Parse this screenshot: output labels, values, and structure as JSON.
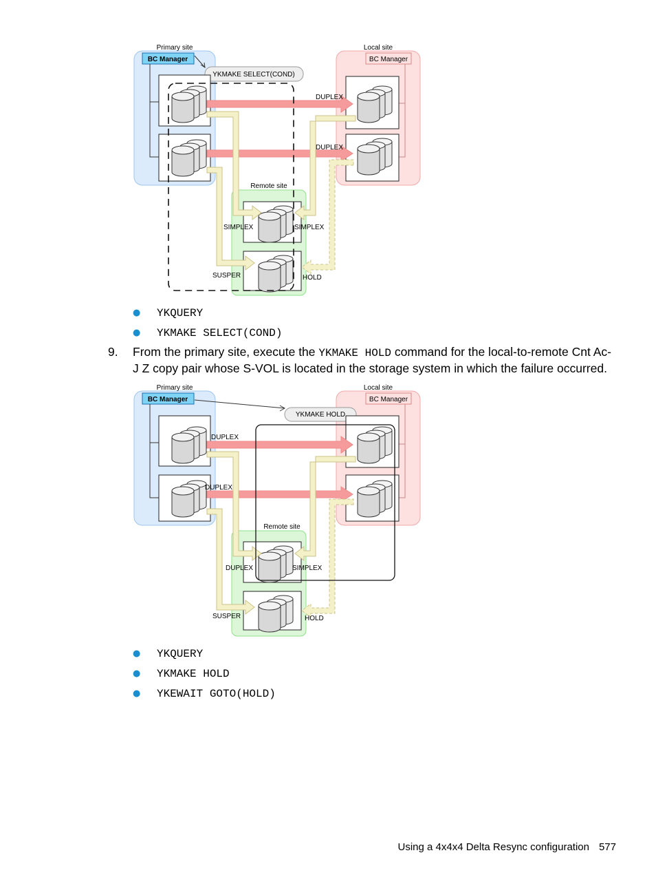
{
  "diagram1": {
    "labels": {
      "primary_site": "Primary site",
      "local_site": "Local site",
      "remote_site": "Remote site",
      "bc_manager_primary": "BC Manager",
      "bc_manager_local": "BC Manager",
      "command": "YKMAKE SELECT(COND)",
      "duplex_top": "DUPLEX",
      "duplex_bottom": "DUPLEX",
      "simplex_left": "SIMPLEX",
      "simplex_right": "SIMPLEX",
      "susper": "SUSPER",
      "hold": "HOLD"
    }
  },
  "list1": [
    "YKQUERY",
    "YKMAKE SELECT(COND)"
  ],
  "step": {
    "number": "9.",
    "text_before": "From the primary site, execute the ",
    "command": "YKMAKE HOLD",
    "text_after": " command for the local-to-remote Cnt Ac-J Z copy pair whose S-VOL is located in the storage system in which the failure occurred."
  },
  "diagram2": {
    "labels": {
      "primary_site": "Primary site",
      "local_site": "Local site",
      "remote_site": "Remote site",
      "bc_manager_primary": "BC Manager",
      "bc_manager_local": "BC Manager",
      "command": "YKMAKE HOLD",
      "duplex_top": "DUPLEX",
      "duplex_bottom": "DUPLEX",
      "duplex_left": "DUPLEX",
      "simplex_right": "SIMPLEX",
      "susper": "SUSPER",
      "hold": "HOLD"
    }
  },
  "list2": [
    "YKQUERY",
    "YKMAKE HOLD",
    "YKEWAIT GOTO(HOLD)"
  ],
  "footer": {
    "title": "Using a 4x4x4 Delta Resync configuration",
    "page": "577"
  },
  "colors": {
    "primary_site_fill": "#dcebfb",
    "local_site_fill": "#fde0e0",
    "remote_site_fill": "#dcf7d8",
    "bc_manager_primary_fill": "#7fd3f5",
    "bc_manager_local_fill": "#fde0e0",
    "red_arrow": "#f59b9b",
    "yellow_arrow": "#f4f1c8",
    "bullet": "#1a8fd0"
  }
}
